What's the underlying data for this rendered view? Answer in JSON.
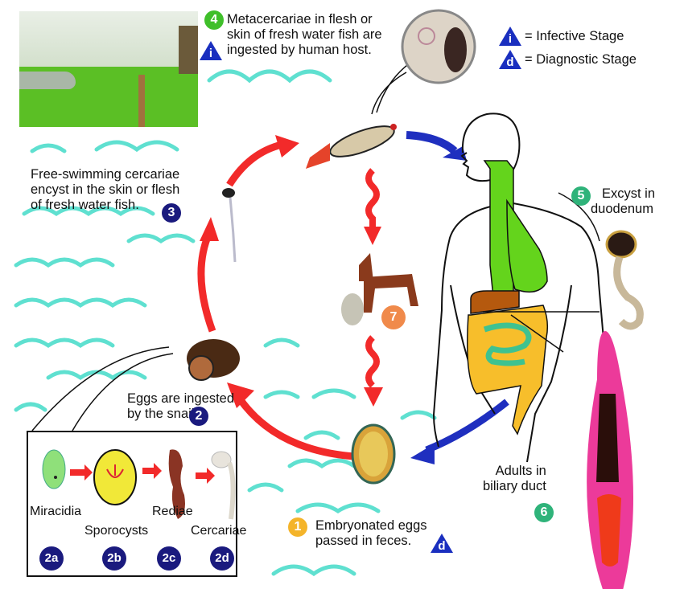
{
  "legend": {
    "infective": {
      "symbol": "i",
      "label": "= Infective Stage"
    },
    "diagnostic": {
      "symbol": "d",
      "label": "= Diagnostic Stage"
    }
  },
  "stages": {
    "s1": {
      "number": "1",
      "lines": [
        "Embryonated eggs",
        "passed in feces."
      ],
      "marker": "d"
    },
    "s2": {
      "number": "2",
      "lines": [
        "Eggs are ingested",
        "by the snail."
      ]
    },
    "s3": {
      "number": "3",
      "lines": [
        "Free-swimming cercariae",
        "encyst in the skin or flesh",
        "of fresh water fish."
      ]
    },
    "s4": {
      "number": "4",
      "lines": [
        "Metacercariae in flesh or",
        "skin of fresh water fish are",
        "ingested by human host."
      ],
      "marker": "i"
    },
    "s5": {
      "number": "5",
      "lines": [
        "Excyst in",
        "duodenum"
      ]
    },
    "s6": {
      "number": "6",
      "lines": [
        "Adults in",
        "biliary duct"
      ]
    },
    "s7": {
      "number": "7"
    }
  },
  "snail_stages": [
    {
      "id": "2a",
      "label": "Miracidia"
    },
    {
      "id": "2b",
      "label": "Sporocysts"
    },
    {
      "id": "2c",
      "label": "Rediae"
    },
    {
      "id": "2d",
      "label": "Cercariae"
    }
  ],
  "colors": {
    "red_arrow": "#f22a2a",
    "blue_arrow": "#1f2fbf",
    "water": "#5fe0d0",
    "navy_badge": "#1a1a7e",
    "infective_triangle": "#1a2fbf"
  }
}
